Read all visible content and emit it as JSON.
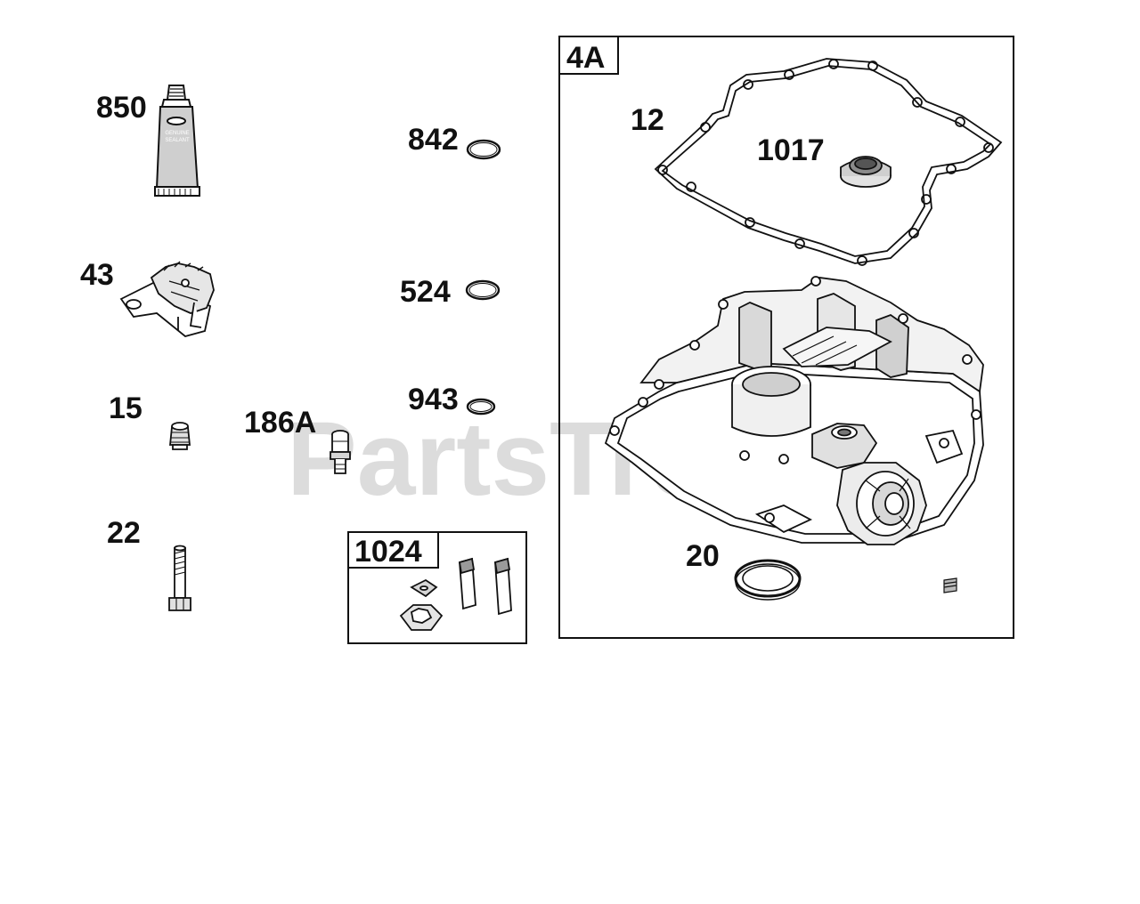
{
  "watermark": {
    "text": "PartsTree",
    "color": "#d9d9d9"
  },
  "colors": {
    "ink": "#111111",
    "line": "#1a1a1a",
    "shade": "#bfbfbf",
    "panel": "#ffffff"
  },
  "tube_text": {
    "line1": "GENUINE",
    "line2": "SEALANT"
  },
  "labels": {
    "p850": "850",
    "p43": "43",
    "p15": "15",
    "p186a": "186A",
    "p22": "22",
    "p842": "842",
    "p524": "524",
    "p943": "943",
    "p1024": "1024",
    "p4a": "4A",
    "p12": "12",
    "p1017": "1017",
    "p20": "20"
  },
  "icons": {
    "p850": "sealant-tube-icon",
    "p43": "governor-bracket-icon",
    "p15": "plug-icon",
    "p186a": "fitting-icon",
    "p22": "bolt-icon",
    "p842": "o-ring-icon",
    "p524": "o-ring-icon",
    "p943": "o-ring-icon",
    "p1024": "oil-pump-kit-icon",
    "p12": "gasket-icon",
    "p1017": "seal-icon",
    "p4a": "crankcase-cover-icon",
    "p20": "oil-seal-icon"
  }
}
